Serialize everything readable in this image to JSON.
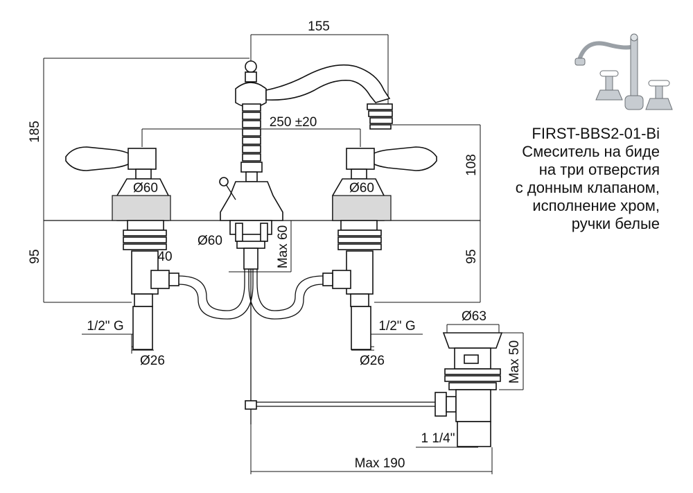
{
  "product": {
    "model": "FIRST-BBS2-01-Bi",
    "description_lines": [
      "Смеситель на биде",
      "на три отверстия",
      "с донным клапаном,",
      "исполнение хром,",
      "ручки белые"
    ]
  },
  "dimensions": {
    "spout_reach": "155",
    "overall_height": "185",
    "center_spacing": "250 ±20",
    "spout_height": "108",
    "left_base_diameter": "Ø60",
    "right_base_diameter": "Ø60",
    "center_base_diameter": "Ø60",
    "max_deck": "Max 60",
    "left_below": "95",
    "right_below": "95",
    "hose_offset": "40",
    "left_thread": "1/2\" G",
    "right_thread": "1/2\" G",
    "left_pipe_diameter": "Ø26",
    "right_pipe_diameter": "Ø26",
    "drain_diameter": "Ø63",
    "drain_max": "Max 50",
    "drain_thread": "1 1/4\"",
    "pull_rod_max": "Max 190"
  },
  "icons": {
    "product_photo": "faucet-photo-icon"
  }
}
